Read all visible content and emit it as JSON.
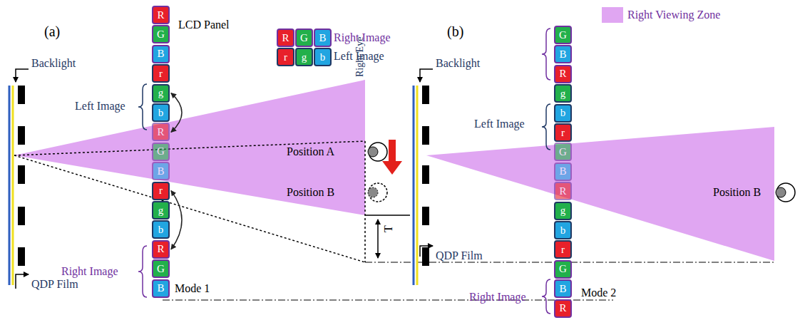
{
  "diagram": {
    "nodes": [
      {
        "text": [
          "R"
        ]
      },
      {
        "text": [
          "G"
        ]
      },
      {
        "text": [
          "B"
        ]
      },
      {
        "text": [
          "r"
        ]
      },
      {
        "text": [
          "g"
        ]
      },
      {
        "text": [
          "b"
        ]
      },
      {
        "text": [
          "R"
        ]
      },
      {
        "text": [
          "G"
        ]
      },
      {
        "text": [
          "B"
        ]
      },
      {
        "text": [
          "r"
        ]
      },
      {
        "text": [
          "g"
        ]
      },
      {
        "text": [
          "b"
        ]
      },
      {
        "text": [
          "R"
        ]
      },
      {
        "text": [
          "G"
        ]
      },
      {
        "text": [
          "B"
        ]
      },
      {
        "text": [
          "R"
        ]
      },
      {
        "text": [
          "G"
        ]
      },
      {
        "text": [
          "B"
        ]
      },
      {
        "text": [
          "r"
        ]
      },
      {
        "text": [
          "g"
        ]
      },
      {
        "text": [
          "b"
        ]
      },
      {
        "text": [
          "G"
        ]
      },
      {
        "text": [
          "B"
        ]
      },
      {
        "text": [
          "R"
        ]
      },
      {
        "text": [
          "g"
        ]
      },
      {
        "text": [
          "b"
        ]
      },
      {
        "text": [
          "r"
        ]
      },
      {
        "text": [
          "G"
        ]
      },
      {
        "text": [
          "B"
        ]
      },
      {
        "text": [
          "R"
        ]
      },
      {
        "text": [
          "g"
        ]
      },
      {
        "text": [
          "b"
        ]
      },
      {
        "text": [
          "r"
        ]
      },
      {
        "text": [
          "G"
        ]
      },
      {
        "text": [
          "B"
        ]
      },
      {
        "text": [
          "R"
        ]
      }
    ],
    "edges": [
      {
        "from": 4,
        "to": 6,
        "arrow": "both"
      },
      {
        "from": 9,
        "to": 12,
        "arrow": "both"
      }
    ],
    "labels": [
      "(a)",
      "LCD Panel",
      "Backlight",
      "Left Image",
      "Right Image",
      "QDP Film",
      "Right Eye",
      "Position A",
      "Position B",
      "T",
      "Mode 1",
      "(b)",
      "Backlight",
      "Left Image",
      "QDP Film",
      "Position B",
      "Mode 2",
      "Right Image"
    ],
    "legend": [
      {
        "text": "Right Image"
      },
      {
        "text": "Left Image"
      },
      {
        "text": "Right Viewing Zone",
        "color": "#e0a6f2"
      }
    ]
  }
}
